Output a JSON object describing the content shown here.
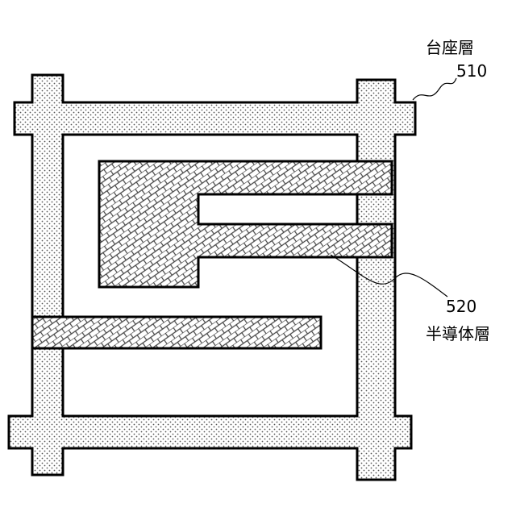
{
  "labels": {
    "pedestal_layer": {
      "name": "台座層",
      "number": "510"
    },
    "semiconductor_layer": {
      "name": "半導体層",
      "number": "520"
    }
  },
  "colors": {
    "stroke": "#000000",
    "dot_fill": "#ffffff",
    "dot": "#555555",
    "brick_fill": "#ffffff",
    "brick_line": "#444444"
  }
}
